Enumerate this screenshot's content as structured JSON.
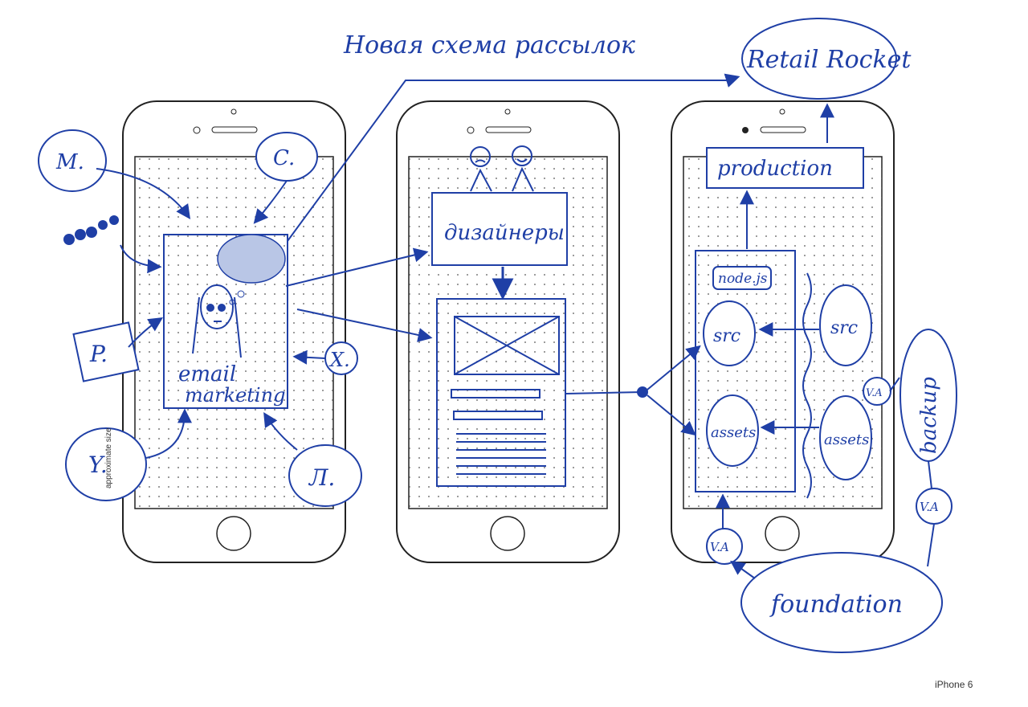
{
  "title": "Новая схема рассылок",
  "retail_label": "Retail Rocket",
  "footer_label": "iPhone 6",
  "side_label": "approximate size",
  "ink_color": "#1f3fa6",
  "phone1": {
    "caption_line1": "email",
    "caption_line2": "marketing",
    "bubbles": {
      "m": "M.",
      "c": "C.",
      "p": "P.",
      "y": "Y.",
      "l": "Л.",
      "x": "X."
    }
  },
  "phone2": {
    "designers_label": "дизайнеры"
  },
  "phone3": {
    "production_label": "production",
    "node_label": "node.js",
    "src_label": "src",
    "assets_label": "assets",
    "src_right_label": "src",
    "assets_right_label": "assets",
    "va_label": "V.A"
  },
  "backup_label": "backup",
  "foundation_label": "foundation",
  "va_right_label": "V.A",
  "va_bottom_label": "V.A"
}
